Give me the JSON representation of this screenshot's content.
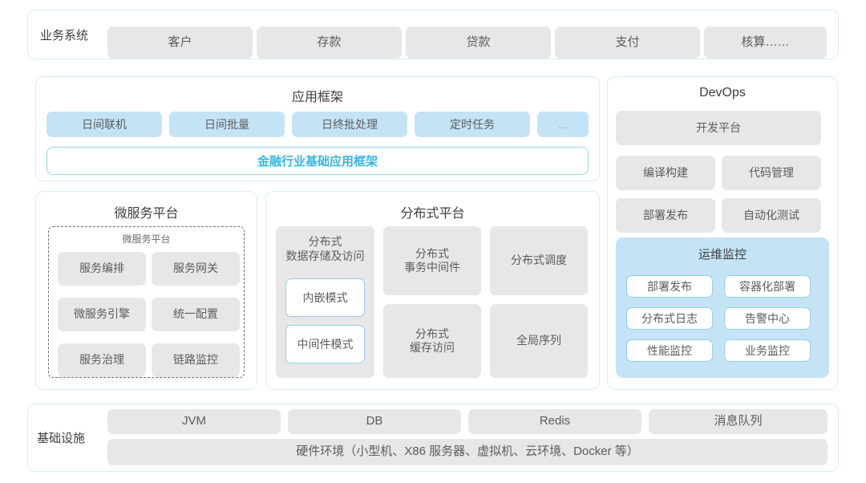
{
  "business_systems": {
    "label": "业务系统",
    "items": [
      "客户",
      "存款",
      "贷款",
      "支付",
      "核算……"
    ]
  },
  "app_framework": {
    "title": "应用框架",
    "tags": [
      "日间联机",
      "日间批量",
      "日终批处理",
      "定时任务",
      "..."
    ],
    "base_framework": "金融行业基础应用框架"
  },
  "microservice_platform": {
    "title": "微服务平台",
    "subtitle": "微服务平台",
    "items": [
      "服务编排",
      "服务网关",
      "微服务引擎",
      "统一配置",
      "服务治理",
      "链路监控"
    ]
  },
  "distributed_platform": {
    "title": "分布式平台",
    "storage": {
      "label": "分布式\n数据存储及访问",
      "label_line1": "分布式",
      "label_line2": "数据存储及访问",
      "modes": [
        "内嵌模式",
        "中间件模式"
      ]
    },
    "items": [
      {
        "line1": "分布式",
        "line2": "事务中间件"
      },
      {
        "line1": "分布式调度",
        "line2": ""
      },
      {
        "line1": "分布式",
        "line2": "缓存访问"
      },
      {
        "line1": "全局序列",
        "line2": ""
      }
    ]
  },
  "devops": {
    "title": "DevOps",
    "platform": "开发平台",
    "items": [
      "编译构建",
      "代码管理",
      "部署发布",
      "自动化测试"
    ],
    "ops_monitoring": {
      "title": "运维监控",
      "items": [
        "部署发布",
        "容器化部署",
        "分布式日志",
        "告警中心",
        "性能监控",
        "业务监控"
      ]
    }
  },
  "infrastructure": {
    "label": "基础设施",
    "items": [
      "JVM",
      "DB",
      "Redis",
      "消息队列"
    ],
    "hardware": "硬件环境（小型机、X86 服务器、虚拟机、云环境、Docker 等）"
  },
  "colors": {
    "accent_blue": "#c4e4f6",
    "chip_gray": "#e7e7e8",
    "card_border": "#d9eef1",
    "text_dark": "#3e3e40",
    "text_gray": "#5c5c5e",
    "outline_blue": "#96cfe8"
  }
}
